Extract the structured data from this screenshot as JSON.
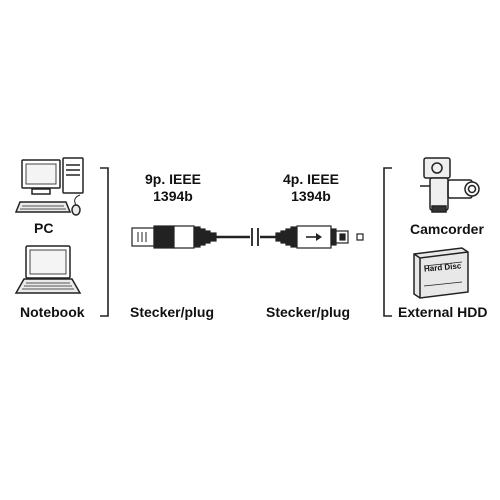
{
  "left_devices": {
    "pc_label": "PC",
    "notebook_label": "Notebook"
  },
  "right_devices": {
    "camcorder_label": "Camcorder",
    "hdd_label": "External HDD",
    "hdd_printed_text": "Hard Disc"
  },
  "cable": {
    "left_connector": {
      "line1": "9p. IEEE",
      "line2": "1394b",
      "plug_label": "Stecker/plug"
    },
    "right_connector": {
      "line1": "4p. IEEE",
      "line2": "1394b",
      "plug_label": "Stecker/plug"
    }
  },
  "icons": [
    "pc-icon",
    "notebook-icon",
    "camcorder-icon",
    "hard-disc-icon",
    "connector-9p-icon",
    "connector-4p-icon",
    "arrow-icon"
  ]
}
